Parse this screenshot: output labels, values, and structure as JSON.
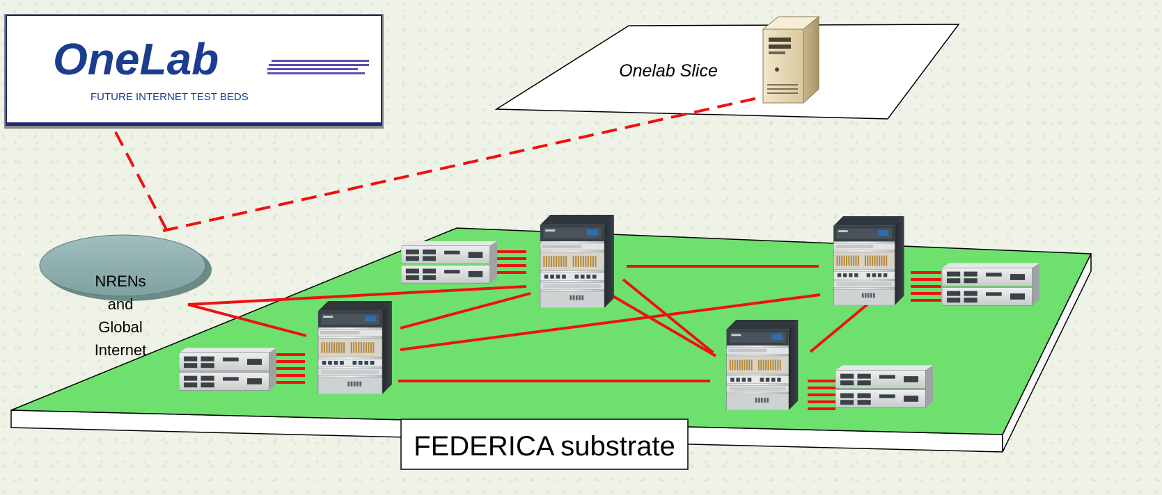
{
  "logo": {
    "title": "OneLab",
    "tagline": "FUTURE INTERNET TEST BEDS"
  },
  "slice": {
    "label": "Onelab Slice"
  },
  "nren": {
    "lines": [
      "NRENs",
      "and",
      "Global",
      "Internet"
    ]
  },
  "substrate": {
    "label": "FEDERICA substrate"
  },
  "colors": {
    "plane_green": "#6ee06e",
    "link_red": "#ee1111",
    "logo_blue": "#1a3d8f",
    "logo_stripe": "#5a4fb0",
    "cloud_fill": "#8fb1b0",
    "background": "#eef2e7"
  },
  "icons": {
    "server": "server-tower-icon",
    "router": "core-router-chassis-icon",
    "switch": "rack-server-stack-icon"
  }
}
